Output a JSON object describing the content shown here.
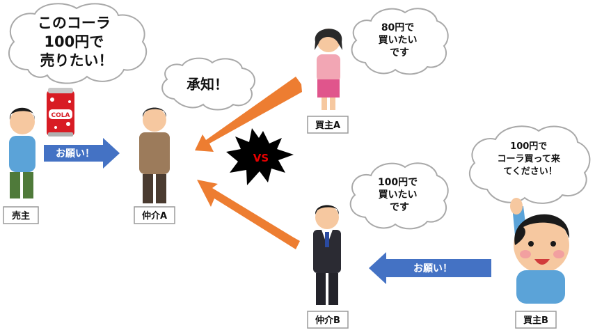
{
  "seller_bubble": {
    "lines": [
      "このコーラ",
      "100円で",
      "売りたい！"
    ]
  },
  "agent_a_bubble": {
    "text": "承知！"
  },
  "buyer_a_bubble": {
    "lines": [
      "80円で",
      "買いたい",
      "です"
    ]
  },
  "agent_b_bubble": {
    "lines": [
      "100円で",
      "買いたい",
      "です"
    ]
  },
  "buyer_b_bubble": {
    "lines": [
      "100円で",
      "コーラ買って来",
      "てください！"
    ]
  },
  "can_label": "COLA",
  "versus_label": "VS",
  "request_arrow_top": "お願い！",
  "request_arrow_bottom": "お願い！",
  "labels": {
    "seller": "売主",
    "agent_a": "仲介A",
    "buyer_a": "買主A",
    "agent_b": "仲介B",
    "buyer_b": "買主B"
  },
  "colors": {
    "blue_arrow": "#4472c4",
    "orange_arrow": "#ed7d31",
    "versus_burst": "#000000",
    "versus_text": "#e60000"
  }
}
